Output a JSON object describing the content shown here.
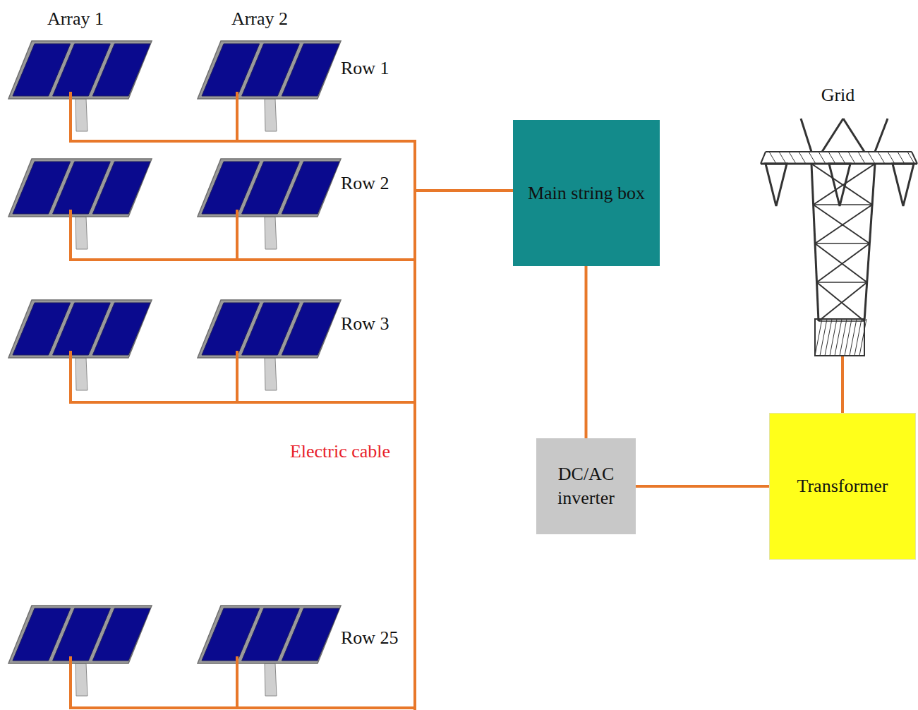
{
  "diagram": {
    "nodes": [
      {
        "text": [
          "Main string box"
        ]
      },
      {
        "text": [
          "DC/AC inverter"
        ]
      },
      {
        "text": [
          "Transformer"
        ]
      },
      {
        "text": [
          "Grid"
        ]
      }
    ],
    "edges": [
      {
        "from": 0,
        "to": 1,
        "arrow": "none"
      },
      {
        "from": 1,
        "to": 2,
        "arrow": "none"
      },
      {
        "from": 2,
        "to": 3,
        "arrow": "none"
      }
    ],
    "labels": [
      "Array 1",
      "Array 2",
      "Row 1",
      "Row 2",
      "Row 3",
      "Row 25",
      "Electric cable"
    ]
  }
}
